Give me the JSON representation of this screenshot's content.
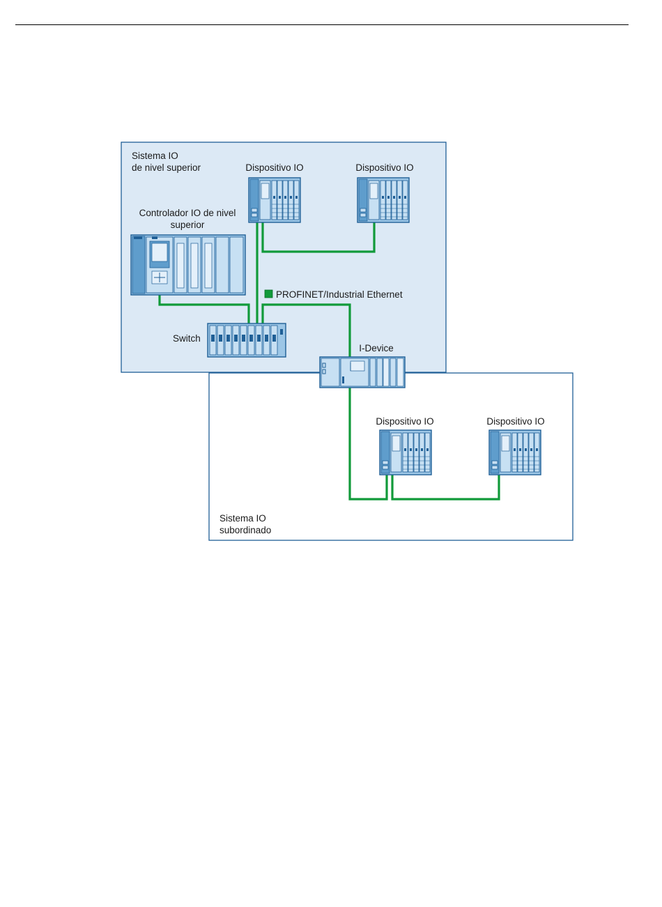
{
  "labels": {
    "upper_system_line1": "Sistema IO",
    "upper_system_line2": "de nivel superior",
    "controller_line1": "Controlador IO de nivel",
    "controller_line2": "superior",
    "switch": "Switch",
    "io_device": "Dispositivo IO",
    "network_legend": "PROFINET/Industrial Ethernet",
    "i_device": "I-Device",
    "sub_system_line1": "Sistema IO",
    "sub_system_line2": "subordinado"
  },
  "colors": {
    "network": "#119a3a",
    "upper_zone_fill": "#dce9f5",
    "zone_border": "#1f5f96",
    "device_fill": "#9cc6e6"
  }
}
